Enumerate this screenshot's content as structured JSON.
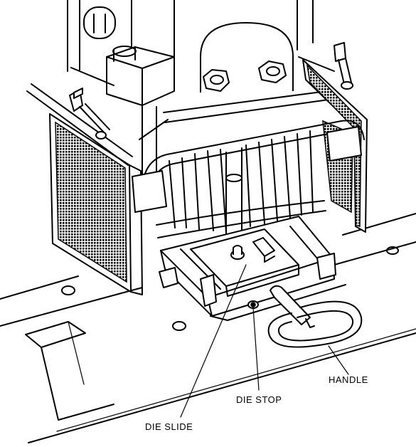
{
  "labels": {
    "handle": "HANDLE",
    "die_stop": "DIE STOP",
    "die_slide": "DIE SLIDE"
  }
}
